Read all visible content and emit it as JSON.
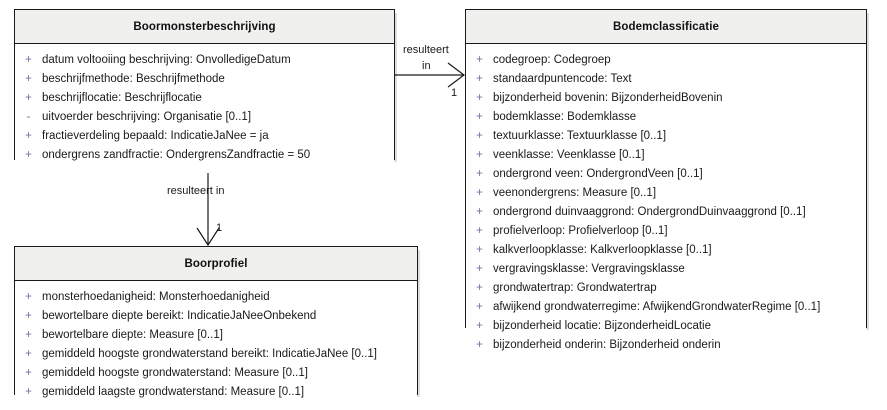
{
  "diagram": {
    "type": "uml-class-diagram",
    "background": "#ffffff",
    "header_fill": "#f0f0ee",
    "border_color": "#1a1a1a",
    "visibility_color": "#7a6ea8"
  },
  "classes": {
    "boormonsterbeschrijving": {
      "title": "Boormonsterbeschrijving",
      "attributes": [
        {
          "visibility": "+",
          "text": "datum voltooiing beschrijving: OnvolledigeDatum"
        },
        {
          "visibility": "+",
          "text": "beschrijfmethode: Beschrijfmethode"
        },
        {
          "visibility": "+",
          "text": "beschrijflocatie: Beschrijflocatie"
        },
        {
          "visibility": "-",
          "text": "uitvoerder beschrijving: Organisatie [0..1]"
        },
        {
          "visibility": "+",
          "text": "fractieverdeling bepaald: IndicatieJaNee = ja"
        },
        {
          "visibility": "+",
          "text": "ondergrens zandfractie: OndergrensZandfractie = 50"
        }
      ]
    },
    "bodemclassificatie": {
      "title": "Bodemclassificatie",
      "attributes": [
        {
          "visibility": "+",
          "text": "codegroep: Codegroep"
        },
        {
          "visibility": "+",
          "text": "standaardpuntencode: Text"
        },
        {
          "visibility": "+",
          "text": "bijzonderheid bovenin: BijzonderheidBovenin"
        },
        {
          "visibility": "+",
          "text": "bodemklasse: Bodemklasse"
        },
        {
          "visibility": "+",
          "text": "textuurklasse: Textuurklasse [0..1]"
        },
        {
          "visibility": "+",
          "text": "veenklasse: Veenklasse [0..1]"
        },
        {
          "visibility": "+",
          "text": "ondergrond veen: OndergrondVeen [0..1]"
        },
        {
          "visibility": "+",
          "text": "veenondergrens: Measure [0..1]"
        },
        {
          "visibility": "+",
          "text": "ondergrond duinvaaggrond: OndergrondDuinvaaggrond [0..1]"
        },
        {
          "visibility": "+",
          "text": "profielverloop: Profielverloop [0..1]"
        },
        {
          "visibility": "+",
          "text": "kalkverloopklasse: Kalkverloopklasse [0..1]"
        },
        {
          "visibility": "+",
          "text": "vergravingsklasse: Vergravingsklasse"
        },
        {
          "visibility": "+",
          "text": "grondwatertrap: Grondwatertrap"
        },
        {
          "visibility": "+",
          "text": "afwijkend grondwaterregime: AfwijkendGrondwaterRegime [0..1]"
        },
        {
          "visibility": "+",
          "text": "bijzonderheid locatie: BijzonderheidLocatie"
        },
        {
          "visibility": "+",
          "text": "bijzonderheid onderin: Bijzonderheid onderin"
        }
      ]
    },
    "boorprofiel": {
      "title": "Boorprofiel",
      "attributes": [
        {
          "visibility": "+",
          "text": "monsterhoedanigheid: Monsterhoedanigheid"
        },
        {
          "visibility": "+",
          "text": "bewortelbare diepte bereikt: IndicatieJaNeeOnbekend"
        },
        {
          "visibility": "+",
          "text": "bewortelbare diepte: Measure [0..1]"
        },
        {
          "visibility": "+",
          "text": "gemiddeld hoogste grondwaterstand bereikt: IndicatieJaNee [0..1]"
        },
        {
          "visibility": "+",
          "text": "gemiddeld hoogste grondwaterstand: Measure [0..1]"
        },
        {
          "visibility": "+",
          "text": "gemiddeld laagste grondwaterstand: Measure [0..1]"
        }
      ]
    }
  },
  "associations": {
    "to_bodemclassificatie": {
      "label_line1": "resulteert",
      "label_line2": "in",
      "multiplicity": "1"
    },
    "to_boorprofiel": {
      "label": "resulteert in",
      "multiplicity": "1"
    }
  }
}
